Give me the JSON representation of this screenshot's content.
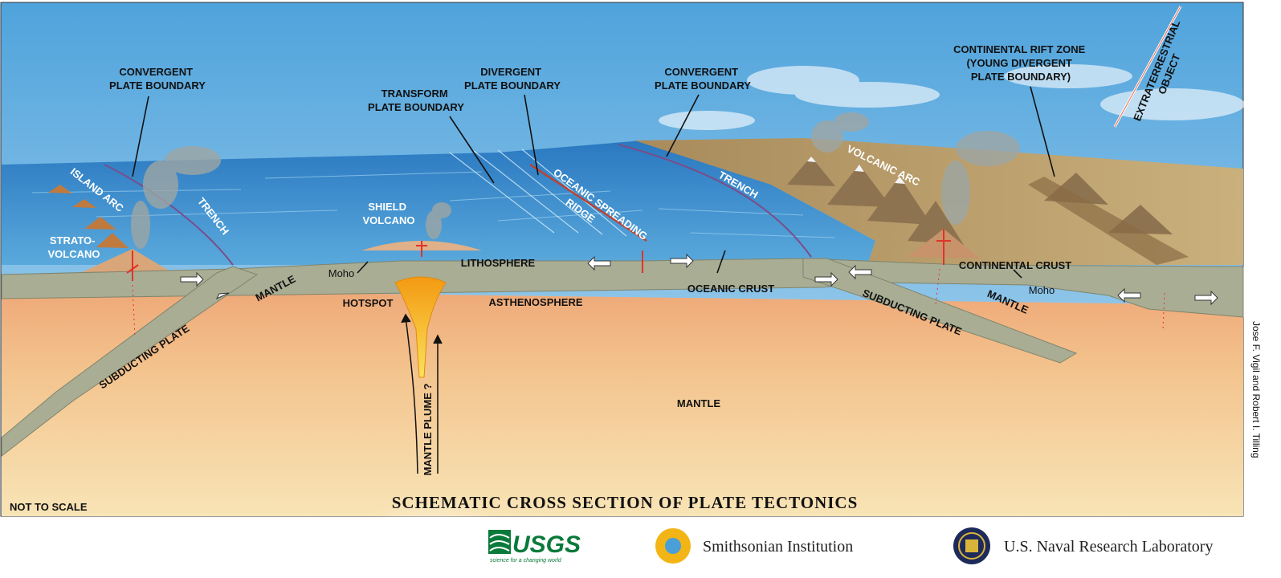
{
  "labels": {
    "convergent_left": [
      "CONVERGENT",
      "PLATE BOUNDARY"
    ],
    "transform": [
      "TRANSFORM",
      "PLATE BOUNDARY"
    ],
    "divergent": [
      "DIVERGENT",
      "PLATE BOUNDARY"
    ],
    "convergent_right": [
      "CONVERGENT",
      "PLATE BOUNDARY"
    ],
    "rift": [
      "CONTINENTAL RIFT ZONE",
      "(YOUNG DIVERGENT",
      "PLATE BOUNDARY)"
    ],
    "extraterrestrial": [
      "EXTRATERRESTRIAL",
      "OBJECT"
    ],
    "island_arc": "ISLAND ARC",
    "trench_left": "TRENCH",
    "strato": [
      "STRATO-",
      "VOLCANO"
    ],
    "shield": [
      "SHIELD",
      "VOLCANO"
    ],
    "oceanic_spreading": "OCEANIC SPREADING",
    "ridge": "RIDGE",
    "trench_right": "TRENCH",
    "volcanic_arc": "VOLCANIC ARC",
    "lithosphere": "LITHOSPHERE",
    "moho_left": "Moho",
    "mantle_left": "MANTLE",
    "hotspot": "HOTSPOT",
    "asthenosphere": "ASTHENOSPHERE",
    "oceanic_crust": "OCEANIC CRUST",
    "continental_crust": "CONTINENTAL CRUST",
    "moho_right": "Moho",
    "mantle_right": "MANTLE",
    "subducting_left": "SUBDUCTING PLATE",
    "subducting_right": "SUBDUCTING PLATE",
    "mantle_plume": "MANTLE PLUME ?",
    "mantle_center": "MANTLE",
    "not_to_scale": "NOT TO SCALE"
  },
  "title": "SCHEMATIC CROSS SECTION OF PLATE TECTONICS",
  "credit": "Jose F. Vigil and Robert I. Tilling",
  "logos": {
    "usgs": "USGS",
    "usgs_tagline": "science for a changing world",
    "smithsonian": "Smithsonian Institution",
    "nrl": "U.S. Naval Research Laboratory"
  },
  "colors": {
    "sky": "#6fb7e3",
    "ocean": "#2f86c8",
    "lithosphere": "#a9ad93",
    "asthenosphere": "#eea878",
    "mantle": "#f5d79a",
    "plume": "#f7c21a",
    "magma": "#e0332a",
    "land": "#b89a66",
    "usgs_green": "#0a7a3a",
    "nrl_navy": "#1e2a5a"
  }
}
